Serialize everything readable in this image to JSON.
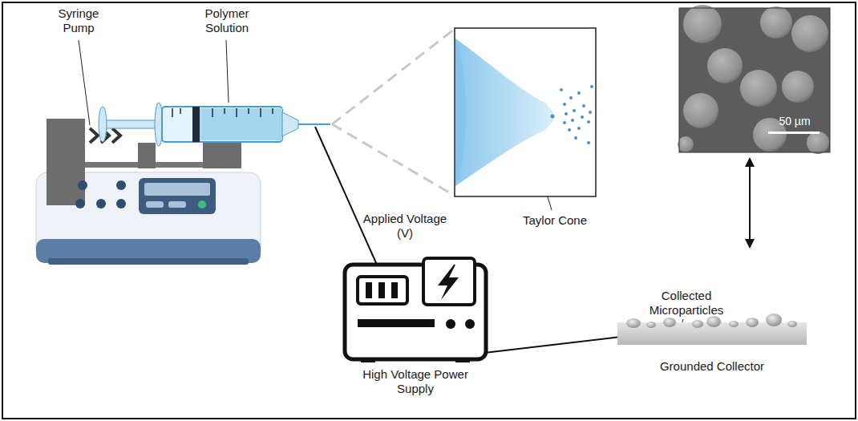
{
  "diagram": {
    "labels": [
      "Syringe Pump",
      "Polymer Solution",
      "Taylor Cone",
      "Applied Voltage (V)",
      "High Voltage Power Supply",
      "50 µm",
      "Collected Microparticles",
      "Grounded Collector"
    ]
  }
}
